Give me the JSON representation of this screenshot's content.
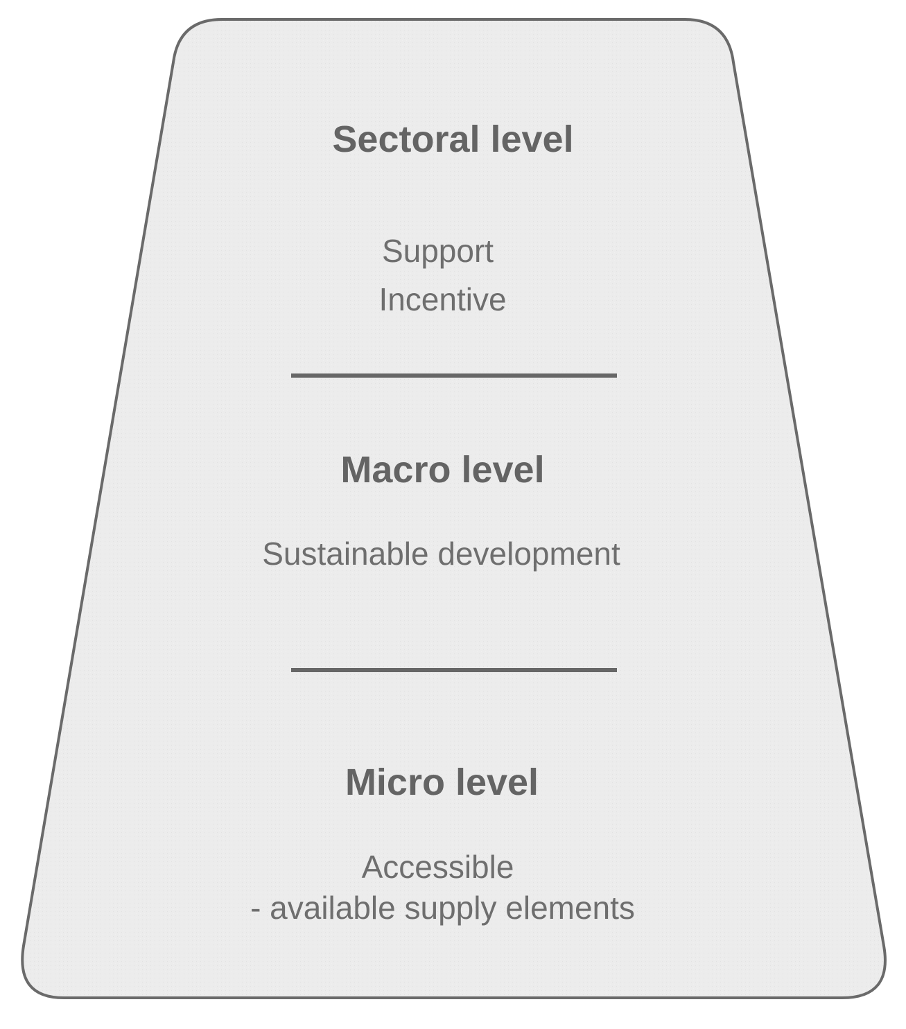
{
  "diagram": {
    "colors": {
      "fill": "#ececec",
      "stroke": "#6a6a6a",
      "text": "#6b6b6b"
    },
    "levels": [
      {
        "title": "Sectoral level",
        "lines": [
          "Support",
          "Incentive"
        ]
      },
      {
        "title": "Macro level",
        "lines": [
          "Sustainable development"
        ]
      },
      {
        "title": "Micro level",
        "lines": [
          "Accessible",
          "- available supply elements"
        ]
      }
    ]
  }
}
